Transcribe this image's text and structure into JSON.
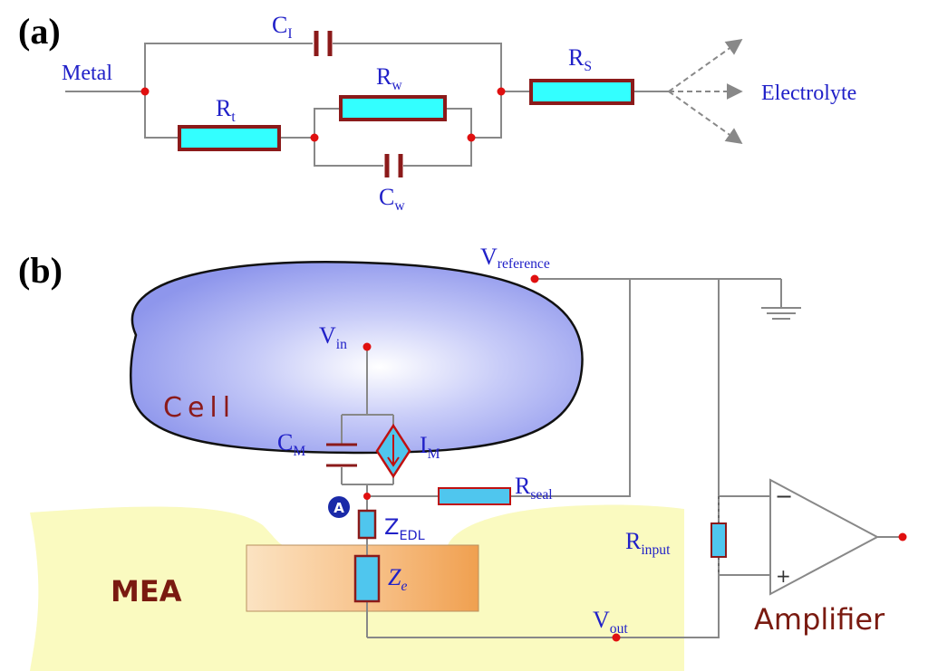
{
  "panel_a": {
    "label": "(a)",
    "metal": "Metal",
    "electrolyte": "Electrolyte",
    "c_i": {
      "main": "C",
      "sub": "I"
    },
    "r_t": {
      "main": "R",
      "sub": "t"
    },
    "r_w": {
      "main": "R",
      "sub": "w"
    },
    "c_w": {
      "main": "C",
      "sub": "w"
    },
    "r_s": {
      "main": "R",
      "sub": "S"
    }
  },
  "panel_b": {
    "label": "(b)",
    "cell": "Cell",
    "mea": "MEA",
    "amplifier": "Amplifier",
    "node_a": "A",
    "v_reference": {
      "main": "V",
      "sub": "reference"
    },
    "v_in": {
      "main": "V",
      "sub": "in"
    },
    "v_out": {
      "main": "V",
      "sub": "out"
    },
    "c_m": {
      "main": "C",
      "sub": "M"
    },
    "i_m": {
      "main": "I",
      "sub": "M"
    },
    "r_seal": {
      "main": "R",
      "sub": "seal"
    },
    "z_edl": {
      "main": "Z",
      "sub": "EDL"
    },
    "z_e": {
      "main": "Z",
      "sub": "e"
    },
    "r_input": {
      "main": "R",
      "sub": "input"
    },
    "minus": "−",
    "plus": "+"
  },
  "colors": {
    "wire": "#888888",
    "resistor_fill": "#33ffff",
    "resistor_stroke": "#8b1a1a",
    "capacitor": "#8b1a1a",
    "node": "#e01010",
    "label_blue": "#2121c8",
    "cell_fill": "#aab0f0",
    "mea_fill": "#fafac0",
    "electrode_fill": "#f5b070",
    "text_dark_red": "#7a1a10"
  }
}
